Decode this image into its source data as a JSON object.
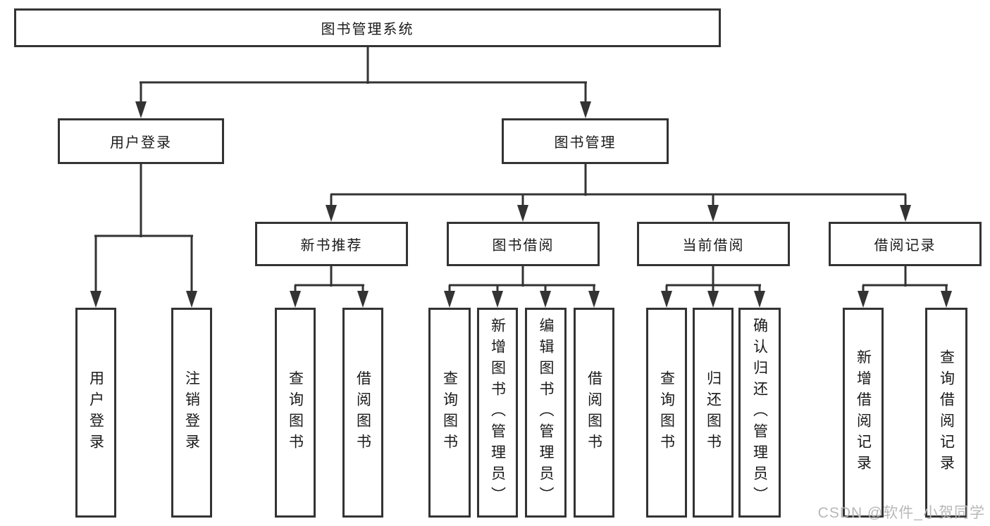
{
  "tree": {
    "label": "图书管理系统",
    "children": [
      {
        "label": "用户登录",
        "children": [
          {
            "label": "用户登录"
          },
          {
            "label": "注销登录"
          }
        ]
      },
      {
        "label": "图书管理",
        "children": [
          {
            "label": "新书推荐",
            "children": [
              {
                "label": "查询图书"
              },
              {
                "label": "借阅图书"
              }
            ]
          },
          {
            "label": "图书借阅",
            "children": [
              {
                "label": "查询图书"
              },
              {
                "label": "新增图书（管理员）"
              },
              {
                "label": "编辑图书（管理员）"
              },
              {
                "label": "借阅图书"
              }
            ]
          },
          {
            "label": "当前借阅",
            "children": [
              {
                "label": "查询图书"
              },
              {
                "label": "归还图书"
              },
              {
                "label": "确认归还（管理员）"
              }
            ]
          },
          {
            "label": "借阅记录",
            "children": [
              {
                "label": "新增借阅记录"
              },
              {
                "label": "查询借阅记录"
              }
            ]
          }
        ]
      }
    ]
  },
  "watermark": {
    "text": "CSDN @软件_小贺同学"
  },
  "colors": {
    "line": "#333333",
    "text": "#1a1a1a",
    "background": "#ffffff",
    "watermark": "#b8b8b8"
  }
}
